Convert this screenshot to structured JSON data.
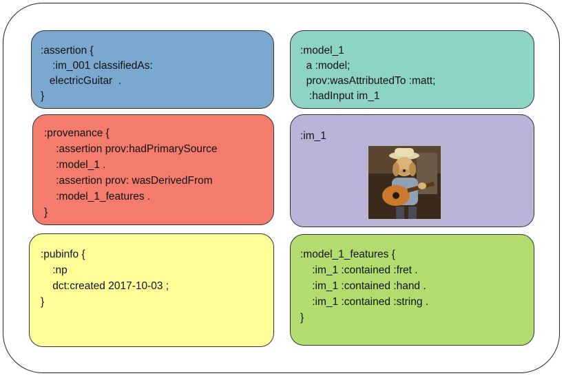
{
  "colors": {
    "assertion": "#7aa8cf",
    "model": "#8ed4c4",
    "provenance": "#f47c6c",
    "im": "#bbb4d8",
    "pubinfo": "#ffff99",
    "features": "#b2dc6e"
  },
  "boxes": {
    "assertion": {
      "lines": [
        ":assertion {",
        "    :im_001 classifiedAs:",
        "   electricGuitar  .",
        "}"
      ]
    },
    "model": {
      "lines": [
        ":model_1",
        "  a :model;",
        "  prov:wasAttributedTo :matt;",
        "   :hadInput im_1"
      ]
    },
    "provenance": {
      "lines": [
        ":provenance {",
        "    :assertion prov:hadPrimarySource",
        "    :model_1 .",
        "    :assertion prov: wasDerivedFrom",
        "    :model_1_features .",
        "}"
      ]
    },
    "im": {
      "lines": [
        ":im_1"
      ],
      "image_description": "dog-wearing-hat-playing-guitar-photo"
    },
    "pubinfo": {
      "lines": [
        ":pubinfo {",
        "    :np",
        "    dct:created 2017-10-03 ;",
        "}"
      ]
    },
    "features": {
      "lines": [
        ":model_1_features {",
        "    :im_1 :contained :fret .",
        "    :im_1 :contained :hand .",
        "    :im_1 :contained :string .",
        "}"
      ]
    }
  }
}
